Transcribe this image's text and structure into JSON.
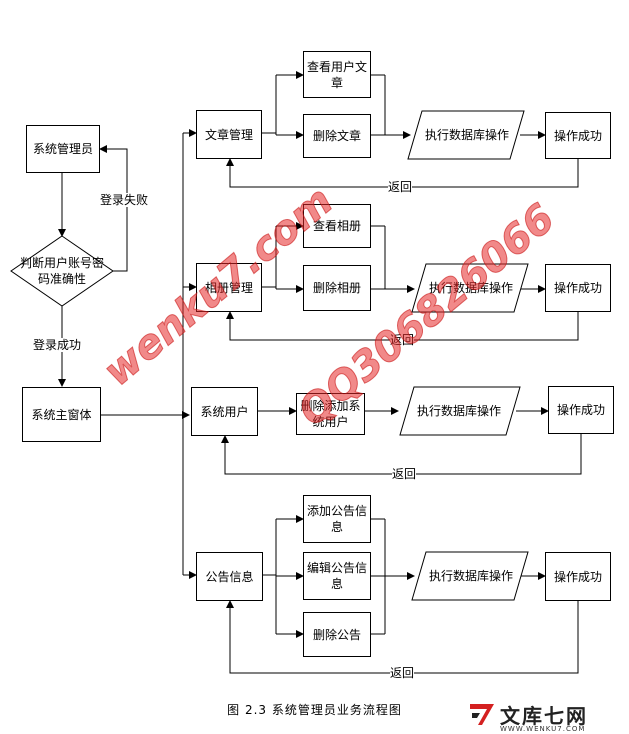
{
  "nodes": {
    "admin": "系统管理员",
    "check_account": "判断用户账号密码准确性",
    "main_window": "系统主窗体",
    "article_mgmt": "文章管理",
    "view_user_articles": "查看用户文章",
    "delete_articles": "删除文章",
    "album_mgmt": "相册管理",
    "view_albums": "查看相册",
    "delete_albums": "删除相册",
    "system_users": "系统用户",
    "delete_system_users": "删除添加系统用户",
    "announcement_info": "公告信息",
    "add_announcement": "添加公告信息",
    "edit_announcement": "编辑公告信息",
    "delete_announcement": "删除公告",
    "db_operation_1": "执行数据库操作",
    "db_operation_2": "执行数据库操作",
    "db_operation_3": "执行数据库操作",
    "db_operation_4": "执行数据库操作",
    "success_1": "操作成功",
    "success_2": "操作成功",
    "success_3": "操作成功",
    "success_4": "操作成功"
  },
  "edge_labels": {
    "login_failed": "登录失败",
    "login_success": "登录成功",
    "return_1": "返回",
    "return_2": "返回",
    "return_3": "返回",
    "return_4": "返回"
  },
  "caption": "图 2.3  系统管理员业务流程图",
  "watermarks": {
    "site": "wenku7.com",
    "qq": "QQ306826066"
  },
  "logo": {
    "text": "文库七网",
    "url": "WWW.WENKU7.COM"
  }
}
